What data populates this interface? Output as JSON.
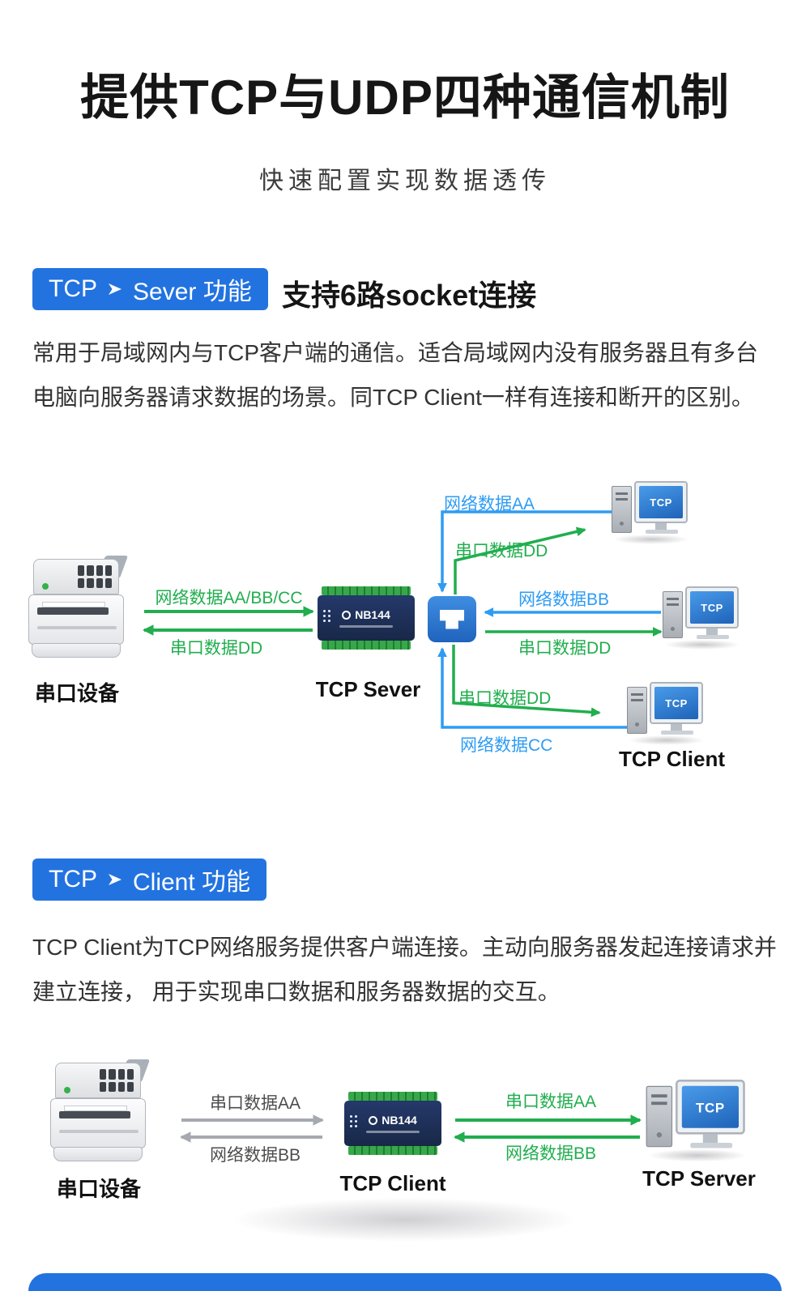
{
  "header": {
    "title": "提供TCP与UDP四种通信机制",
    "subtitle": "快速配置实现数据透传"
  },
  "tcp_server_section": {
    "badge": {
      "prefix": "TCP",
      "suffix": "Sever 功能"
    },
    "heading": "支持6路socket连接",
    "description": "常用于局域网内与TCP客户端的通信。适合局域网内没有服务器且有多台电脑向服务器请求数据的场景。同TCP Client一样有连接和断开的区别。",
    "diagram": {
      "serial_device_label": "串口设备",
      "to_device_arrow_label": "网络数据AA/BB/CC",
      "from_device_arrow_label": "串口数据DD",
      "device_model": "NB144",
      "device_label": "TCP Sever",
      "client_top": {
        "net_label": "网络数据AA",
        "serial_label": "串口数据DD",
        "screen_text": "TCP"
      },
      "client_middle": {
        "net_label": "网络数据BB",
        "serial_label": "串口数据DD",
        "screen_text": "TCP"
      },
      "client_bottom": {
        "serial_label": "串口数据DD",
        "net_label": "网络数据CC",
        "screen_text": "TCP",
        "caption": "TCP Client"
      }
    }
  },
  "tcp_client_section": {
    "badge": {
      "prefix": "TCP",
      "suffix": "Client 功能"
    },
    "description": "TCP Client为TCP网络服务提供客户端连接。主动向服务器发起连接请求并建立连接， 用于实现串口数据和服务器数据的交互。",
    "diagram": {
      "serial_device_label": "串口设备",
      "serial_to_device_label": "串口数据AA",
      "net_to_serial_label": "网络数据BB",
      "device_model": "NB144",
      "device_label": "TCP Client",
      "device_to_server_label": "串口数据AA",
      "server_to_device_label": "网络数据BB",
      "server": {
        "screen_text": "TCP",
        "caption": "TCP Server"
      }
    }
  },
  "colors": {
    "badge_blue": "#2273e0",
    "arrow_green": "#21ae4e",
    "arrow_blue": "#2e9cf3",
    "arrow_gray": "#a6aab0",
    "device_navy": "#1c2b4e",
    "screen_blue": "#2b7fd6"
  }
}
